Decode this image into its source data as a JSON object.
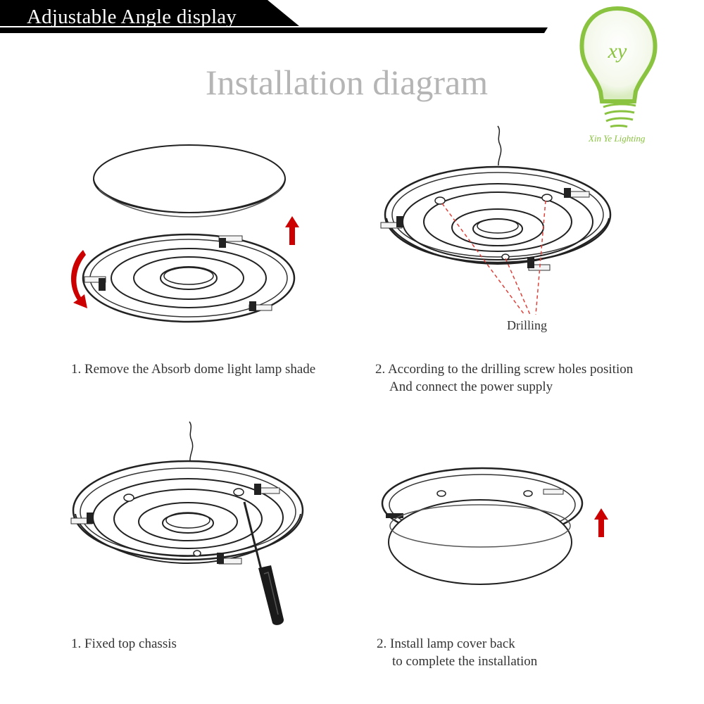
{
  "header": {
    "banner_title": "Adjustable Angle display",
    "main_title": "Installation diagram"
  },
  "logo": {
    "monogram": "xy",
    "brand_text": "Xin Ye Lighting",
    "accent_color": "#8ac340"
  },
  "steps": [
    {
      "lines": [
        "1. Remove the Absorb dome light lamp shade"
      ]
    },
    {
      "lines": [
        "2. According to the drilling screw holes position",
        "And connect the power supply"
      ],
      "annotation": "Drilling"
    },
    {
      "lines": [
        "1. Fixed top chassis"
      ]
    },
    {
      "lines": [
        "2. Install lamp cover back",
        "to complete the installation"
      ]
    }
  ],
  "colors": {
    "banner": "#000000",
    "arrow": "#cc0000",
    "title_gray": "#b5b5b5",
    "drill_lines": "#e0403a"
  }
}
